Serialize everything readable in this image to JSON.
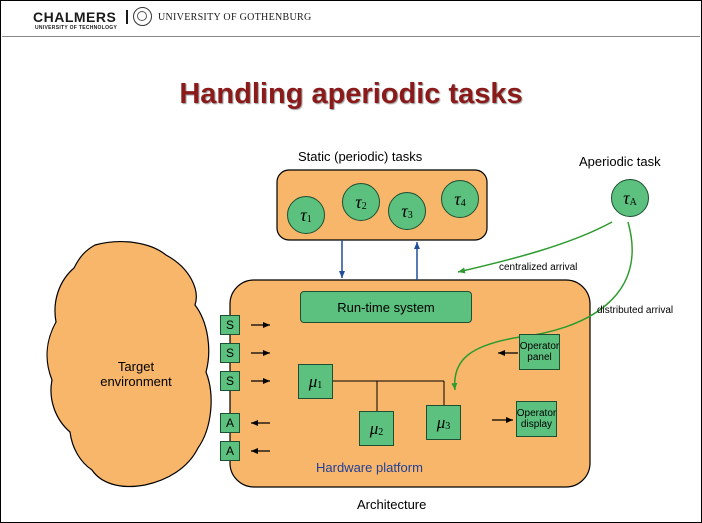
{
  "header": {
    "logo_chalmers": "CHALMERS",
    "logo_chalmers_sub": "UNIVERSITY OF TECHNOLOGY",
    "logo_gothenburg": "UNIVERSITY OF GOTHENBURG"
  },
  "title": "Handling aperiodic tasks",
  "diagram": {
    "static_tasks_label": "Static (periodic) tasks",
    "static_tasks": [
      {
        "symbol": "τ",
        "sub": "1"
      },
      {
        "symbol": "τ",
        "sub": "2"
      },
      {
        "symbol": "τ",
        "sub": "3"
      },
      {
        "symbol": "τ",
        "sub": "4"
      }
    ],
    "aperiodic_label": "Aperiodic task",
    "aperiodic_task": {
      "symbol": "τ",
      "sub": "A"
    },
    "centralized_label": "centralized arrival",
    "distributed_label": "distributed arrival",
    "runtime_label": "Run-time system",
    "target_env_line1": "Target",
    "target_env_line2": "environment",
    "sensors": [
      "S",
      "S",
      "S"
    ],
    "actuators": [
      "A",
      "A"
    ],
    "processors": [
      {
        "symbol": "μ",
        "sub": "1"
      },
      {
        "symbol": "μ",
        "sub": "2"
      },
      {
        "symbol": "μ",
        "sub": "3"
      }
    ],
    "operator_panel_line1": "Operator",
    "operator_panel_line2": "panel",
    "operator_display_line1": "Operator",
    "operator_display_line2": "display",
    "hardware_label": "Hardware platform",
    "architecture_label": "Architecture",
    "colors": {
      "title": "#8b1a1a",
      "orange_fill": "#f7b66a",
      "green_fill": "#5cc07e",
      "blue_arrow": "#1f4e9c",
      "hardware_text": "#1f3f99"
    }
  }
}
